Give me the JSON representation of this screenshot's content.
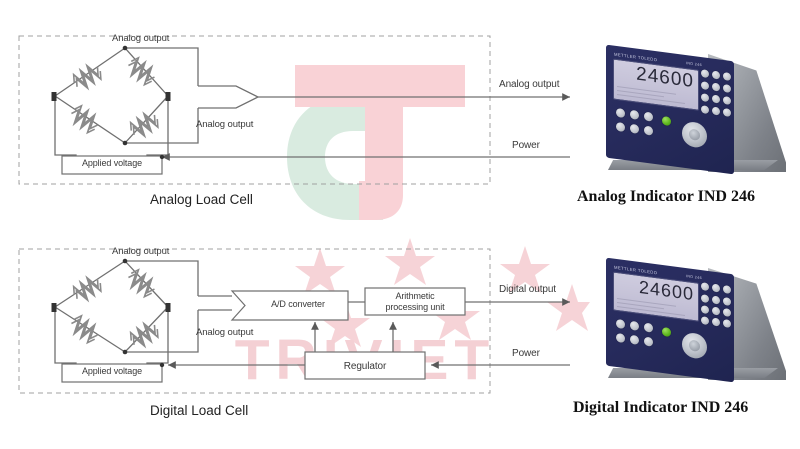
{
  "image": {
    "kind": "technical-diagram",
    "subject": "Analog vs Digital Load Cell with IND 246 weighing indicator"
  },
  "watermark": {
    "text": "TRIVIET",
    "logo_name": "triviet-logo",
    "logo_colors": {
      "primary": "#f6d3d7",
      "secondary": "#cfe6da"
    },
    "text_color": "#f4d0d4"
  },
  "analog_section": {
    "caption": "Analog Load Cell",
    "bridge": {
      "name": "wheatstone-bridge",
      "resistor_count": 4
    },
    "labels": {
      "output_top": "Analog output",
      "output_bottom": "Analog output",
      "applied_voltage": "Applied voltage",
      "line_out": "Analog output",
      "line_power": "Power"
    },
    "device": {
      "caption": "Analog Indicator IND 246",
      "brand": "METTLER TOLEDO",
      "model": "IND 246",
      "display_value": "24600",
      "panel_color": "#282c5e",
      "lcd_color": "#c6c3d8",
      "accent_key_color": "#5fb81f",
      "keypad_rows": 4,
      "keypad_cols": 3,
      "softkey_rows": 2,
      "softkey_cols": 3
    }
  },
  "digital_section": {
    "caption": "Digital Load Cell",
    "bridge": {
      "name": "wheatstone-bridge",
      "resistor_count": 4
    },
    "labels": {
      "output_top": "Analog output",
      "output_bottom": "Analog output",
      "applied_voltage": "Applied voltage",
      "line_out": "Digital output",
      "line_power": "Power"
    },
    "blocks": [
      {
        "id": "adc",
        "label": "A/D converter",
        "shape": "chevron-box"
      },
      {
        "id": "apu",
        "label_line1": "Arithmetic",
        "label_line2": "processing unit",
        "shape": "box"
      },
      {
        "id": "regulator",
        "label": "Regulator",
        "shape": "box"
      }
    ],
    "device": {
      "caption": "Digital Indicator IND 246",
      "brand": "METTLER TOLEDO",
      "model": "IND 246",
      "display_value": "24600",
      "panel_color": "#282c5e",
      "lcd_color": "#c6c3d8",
      "accent_key_color": "#5fb81f",
      "keypad_rows": 4,
      "keypad_cols": 3,
      "softkey_rows": 2,
      "softkey_cols": 3
    }
  },
  "style": {
    "line_color": "#6f6f6f",
    "dashed_border_color": "#9a9a9a",
    "text_color": "#3a3a3a",
    "background": "#ffffff"
  }
}
